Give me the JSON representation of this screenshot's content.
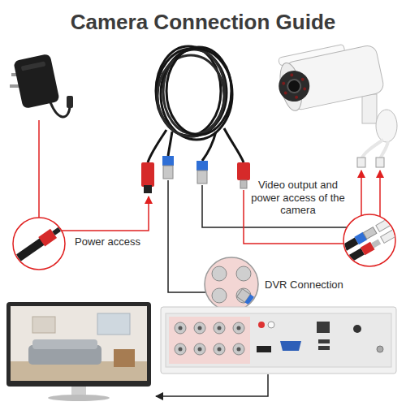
{
  "diagram": {
    "title": "Camera Connection Guide",
    "labels": [
      "Power access",
      "Video output and power access of the camera",
      "DVR Connection"
    ]
  }
}
